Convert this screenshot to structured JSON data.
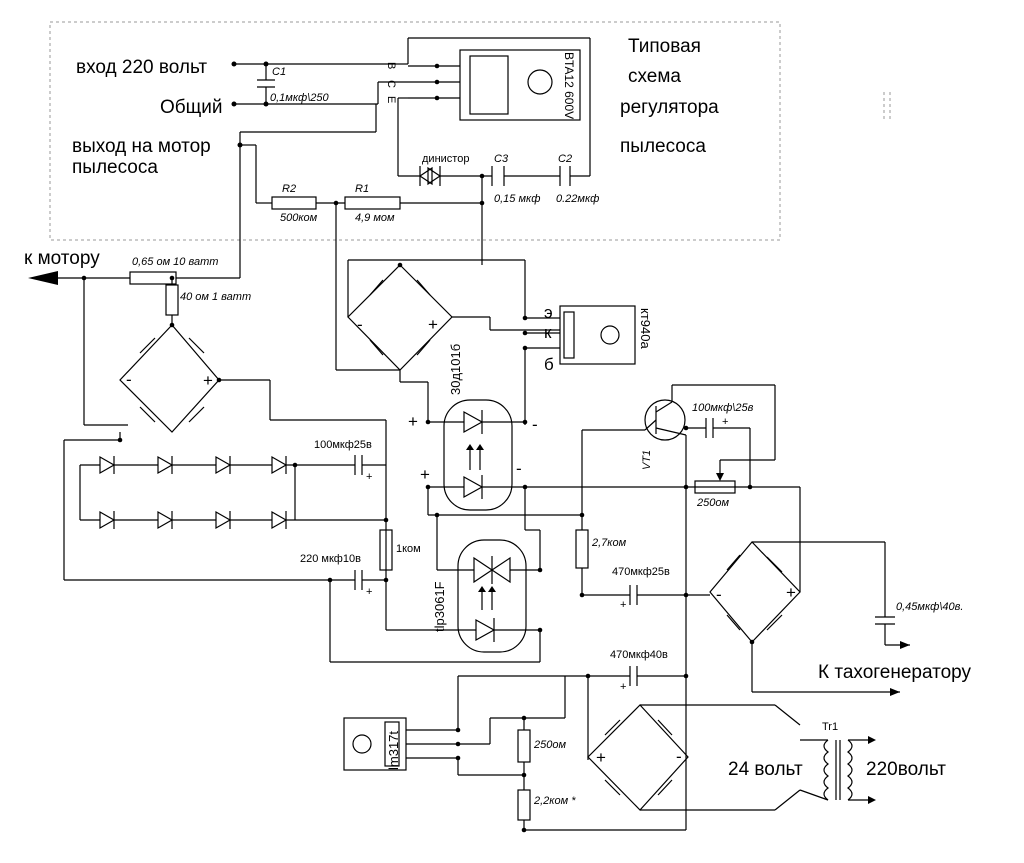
{
  "inset": {
    "title_lines": [
      "Типовая",
      "схема",
      "регулятора",
      "пылесоса"
    ],
    "input_label": "вход 220 вольт",
    "common_label": "Общий",
    "output_label_lines": [
      "выход на мотор",
      "пылесоса"
    ],
    "triac_label": "BTA12 600V",
    "triac_pins": [
      "B",
      "C",
      "E"
    ],
    "c1_name": "C1",
    "c1_value": "0,1мкф\\250",
    "c2_name": "C2",
    "c2_value": "0.22мкф",
    "c3_name": "C3",
    "c3_value": "0,15 мкф",
    "dinistor_label": "динистор",
    "r1_name": "R1",
    "r1_value": "4,9 мом",
    "r2_name": "R2",
    "r2_value": "500ком"
  },
  "main": {
    "motor_label": "к мотору",
    "shunt_label": "0,65 ом 10 ватт",
    "r40_label": "40 ом 1 ватт",
    "transistor_label": "кт940а",
    "transistor_pins": [
      "э",
      "к",
      "б"
    ],
    "opto1_label": "30д101б",
    "opto2_label": "tlp3061F",
    "c100a_label": "100мкф25в",
    "c220_label": "220 мкф10в",
    "r1k_label": "1ком",
    "r27k_label": "2,7ком",
    "vt1_label": "VT1",
    "c100b_label": "100мкф\\25в",
    "pot250_label": "250ом",
    "c470a_label": "470мкф25в",
    "c470b_label": "470мкф40в",
    "c045_label": "0,45мкф\\40в.",
    "tacho_label": "К тахогенератору",
    "lm_label": "lm317t",
    "r250_label": "250ом",
    "r22k_label": "2,2ком *",
    "tr_label": "Tr1",
    "v24_label": "24 вольт",
    "v220_label": "220вольт",
    "plus": "+",
    "minus": "-"
  }
}
